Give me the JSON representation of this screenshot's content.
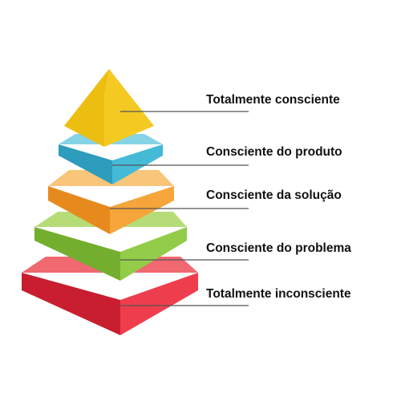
{
  "levels": [
    {
      "label": "Totalmente consciente",
      "color": "#F2C318"
    },
    {
      "label": "Consciente do produto",
      "color": "#3BB6D3"
    },
    {
      "label": "Consciente da solução",
      "color": "#F2A136"
    },
    {
      "label": "Consciente do problema",
      "color": "#8CC63F"
    },
    {
      "label": "Totalmente inconsciente",
      "color": "#E8283C"
    }
  ],
  "leader_line_color": "#555555"
}
